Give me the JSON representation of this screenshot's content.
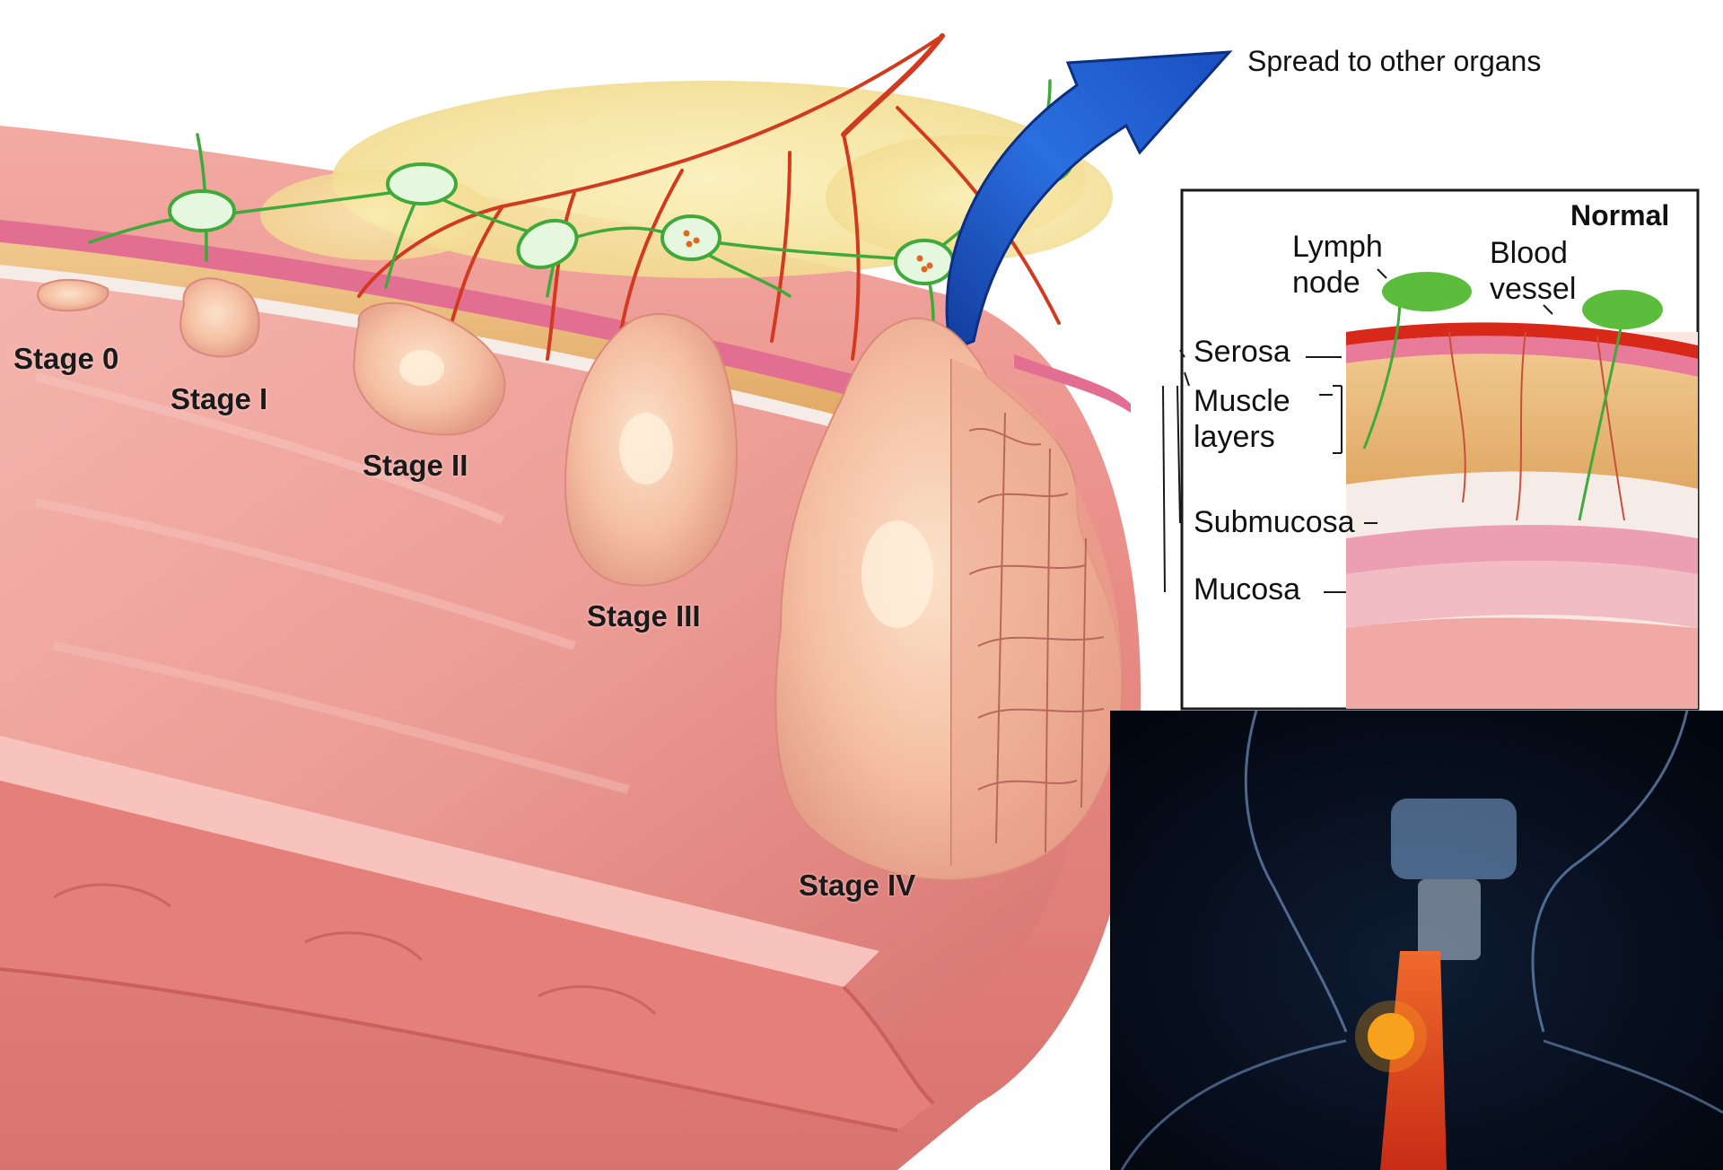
{
  "stages": [
    {
      "label": "Stage 0"
    },
    {
      "label": "Stage I"
    },
    {
      "label": "Stage II"
    },
    {
      "label": "Stage III"
    },
    {
      "label": "Stage IV"
    }
  ],
  "spread_label": "Spread to other organs",
  "inset": {
    "title": "Normal",
    "lymph_node": "Lymph node",
    "blood_vessel": "Blood vessel",
    "serosa": "Serosa",
    "muscle_layers": "Muscle layers",
    "submucosa": "Submucosa",
    "mucosa": "Mucosa"
  },
  "colors": {
    "colon_tissue": "#e98c86",
    "tumor": "#f6c1a6",
    "lymph_vessel": "#3faa3a",
    "blood_vessel": "#d23a1f",
    "fat": "#f3e08c",
    "spread_arrow": "#1f56c8",
    "xray_background": "#02060e",
    "esophagus": "#e2461c"
  }
}
